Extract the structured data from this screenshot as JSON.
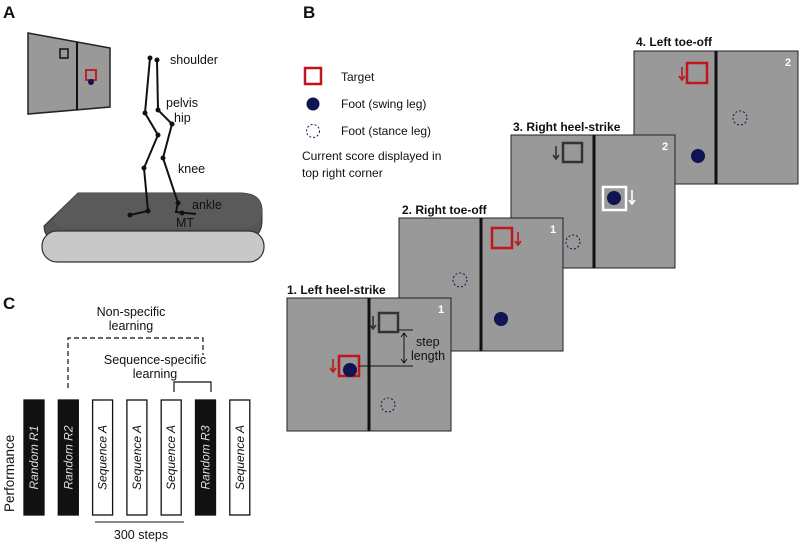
{
  "panels": {
    "a": "A",
    "b": "B",
    "c": "C"
  },
  "panel_a": {
    "labels": {
      "shoulder": "shoulder",
      "pelvis": "pelvis",
      "hip": "hip",
      "knee": "knee",
      "ankle": "ankle",
      "mt": "MT"
    }
  },
  "panel_b": {
    "legend": {
      "target": "Target",
      "foot_swing": "Foot (swing leg)",
      "foot_stance": "Foot (stance leg)",
      "score_note_1": "Current score displayed in",
      "score_note_2": "top right corner"
    },
    "frames": [
      {
        "title": "1. Left heel-strike",
        "score": "1"
      },
      {
        "title": "2. Right toe-off",
        "score": "1"
      },
      {
        "title": "3. Right heel-strike",
        "score": "2"
      },
      {
        "title": "4. Left toe-off",
        "score": "2"
      }
    ],
    "step_length_1": "step",
    "step_length_2": "length",
    "colors": {
      "screen": "#999999",
      "target": "#c0161c",
      "foot": "#101450",
      "prev_target": "#333333"
    }
  },
  "panel_c": {
    "ylabel": "Performance",
    "nonspecific_1": "Non-specific",
    "nonspecific_2": "learning",
    "specific_1": "Sequence-specific",
    "specific_2": "learning",
    "blocks": [
      {
        "label": "Random R1",
        "filled": true
      },
      {
        "label": "Random R2",
        "filled": true
      },
      {
        "label": "Sequence A",
        "filled": false
      },
      {
        "label": "Sequence A",
        "filled": false
      },
      {
        "label": "Sequence A",
        "filled": false
      },
      {
        "label": "Random R3",
        "filled": true
      },
      {
        "label": "Sequence A",
        "filled": false
      }
    ],
    "steps_label": "300 steps"
  }
}
